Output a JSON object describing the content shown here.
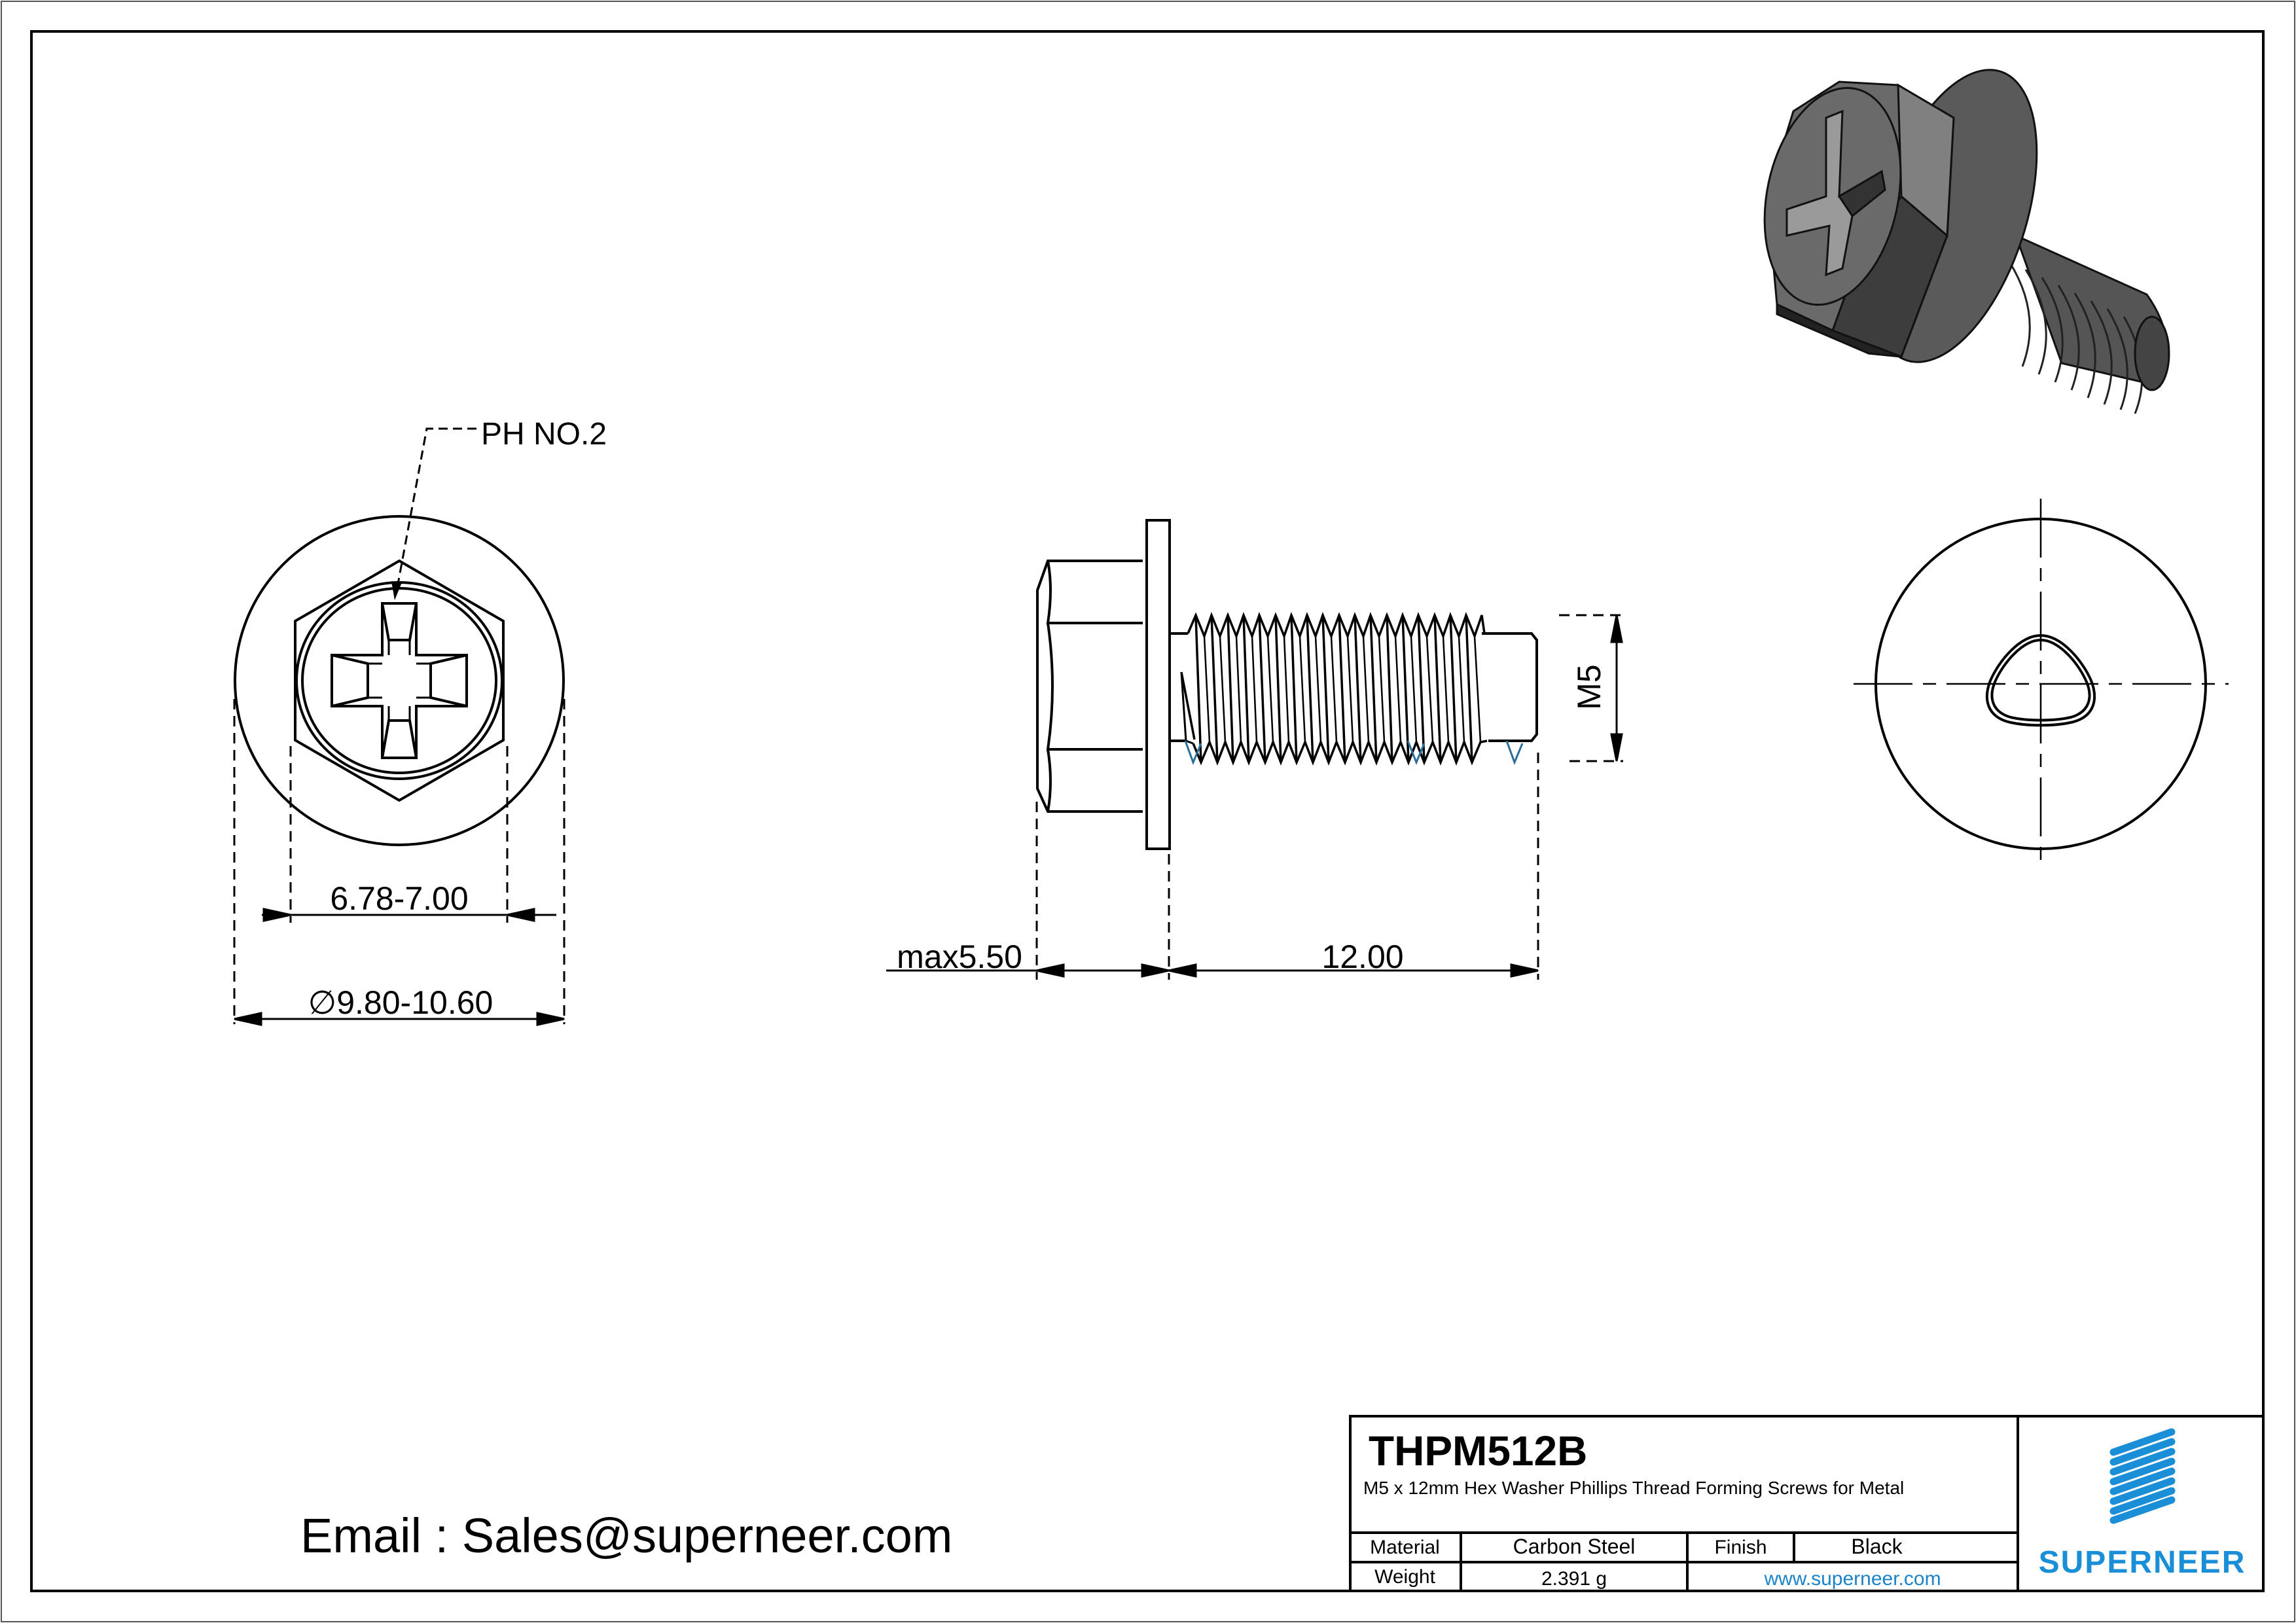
{
  "drawing": {
    "callouts": {
      "recess": "PH NO.2",
      "hex_across_flats": "6.78-7.00",
      "washer_diameter": "9.80-10.60",
      "diameter_symbol": "∅",
      "head_height": "max5.50",
      "length": "12.00",
      "thread_size": "M5"
    }
  },
  "title_block": {
    "part_code": "THPM512B",
    "description": "M5 x 12mm Hex Washer Phillips Thread Forming Screws for Metal",
    "material_label": "Material",
    "material_value": "Carbon Steel",
    "finish_label": "Finish",
    "finish_value": "Black",
    "weight_label": "Weight",
    "weight_value": "2.391 g",
    "website": "www.superneer.com"
  },
  "logo": {
    "brand": "SUPERNEER",
    "color": "#1a8fd8"
  },
  "contact": {
    "email_line": "Email : Sales@superneer.com"
  },
  "colors": {
    "line": "#000000",
    "render_dark": "#3a3a3a",
    "render_mid": "#6e6e6e",
    "thread_highlight": "#2a6f9a"
  }
}
